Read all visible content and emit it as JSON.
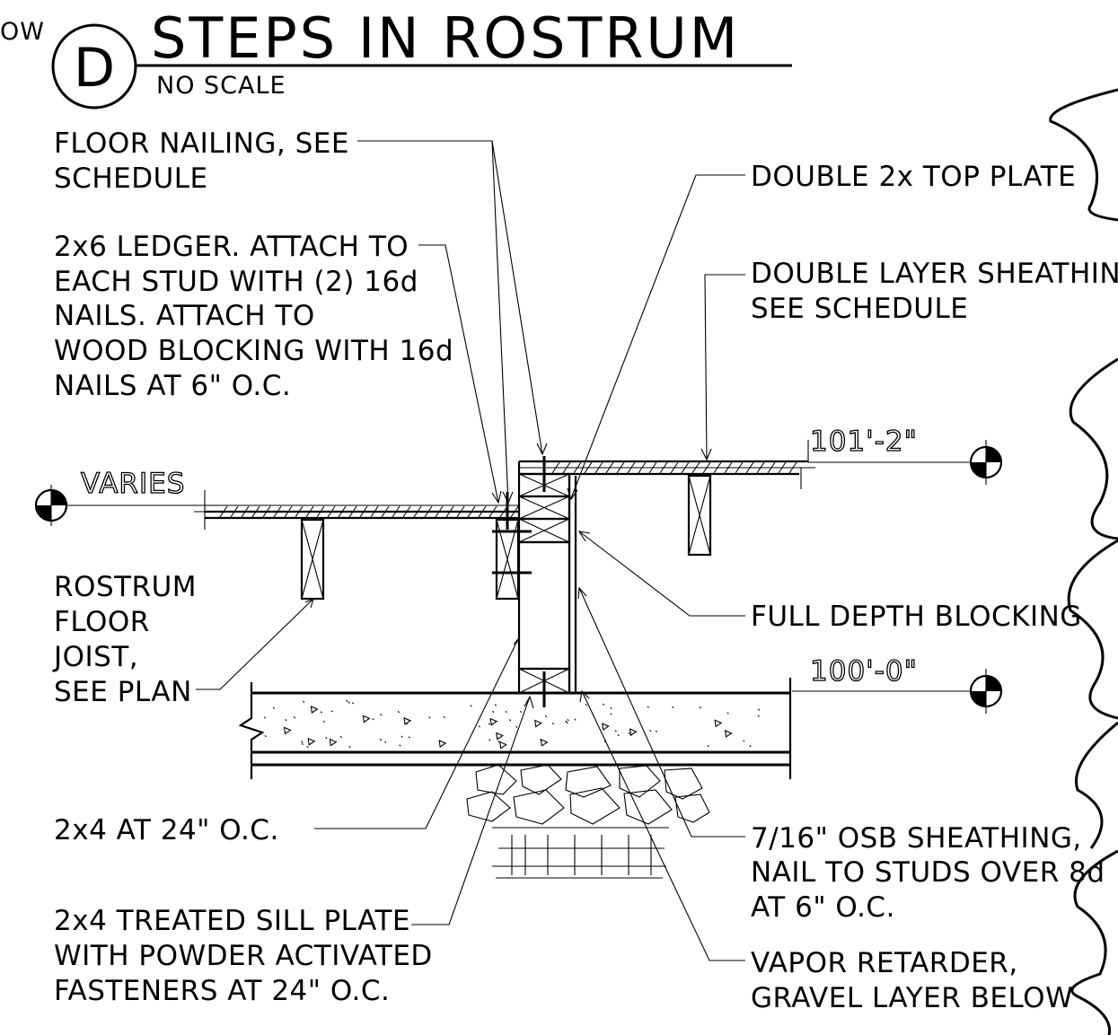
{
  "title": {
    "marker": "D",
    "text": "STEPS IN ROSTRUM",
    "scale": "NO SCALE",
    "clipped_left": "OW"
  },
  "elevations": {
    "varies": "VARIES",
    "upper": "101'-2\"",
    "lower": "100'-0\""
  },
  "labels": {
    "floor_nailing": [
      "FLOOR NAILING, SEE",
      "SCHEDULE"
    ],
    "ledger": [
      "2x6 LEDGER. ATTACH TO",
      "EACH STUD WITH (2) 16d",
      "NAILS. ATTACH TO",
      "WOOD BLOCKING WITH 16d",
      "NAILS AT 6\" O.C."
    ],
    "top_plate": [
      "DOUBLE 2x TOP PLATE"
    ],
    "sheathing_double": [
      "DOUBLE LAYER SHEATHING,",
      "SEE SCHEDULE"
    ],
    "rostrum_joist": [
      "ROSTRUM",
      "FLOOR",
      "JOIST,",
      "SEE PLAN"
    ],
    "blocking": [
      "FULL DEPTH BLOCKING"
    ],
    "stud": [
      "2x4 AT 24\" O.C."
    ],
    "osb": [
      "7/16\" OSB SHEATHING,",
      "NAIL TO STUDS OVER 8d",
      "AT 6\" O.C."
    ],
    "sill": [
      "2x4 TREATED SILL PLATE",
      "WITH POWDER ACTIVATED",
      "FASTENERS AT 24\" O.C."
    ],
    "vapor": [
      "VAPOR RETARDER,",
      "GRAVEL LAYER BELOW"
    ]
  }
}
